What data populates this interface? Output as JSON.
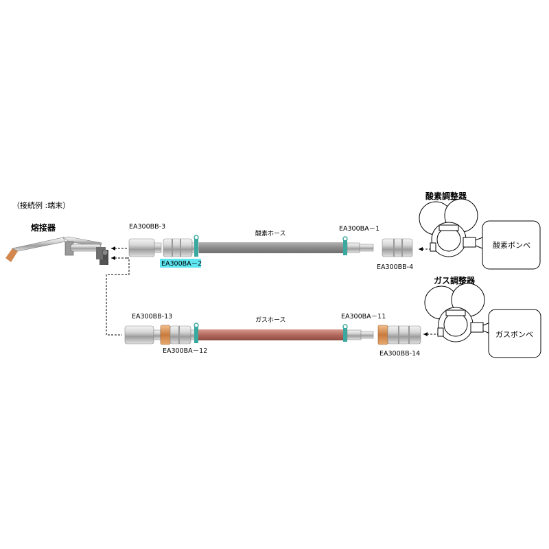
{
  "header": {
    "title": "（接続例 :端末）"
  },
  "torch": {
    "label": "熔接器"
  },
  "oxygen_line": {
    "hose_label": "酸素ホース",
    "left_socket": "EA300BB-3",
    "left_plug_highlight": "EA300BA－2",
    "right_plug": "EA300BA－1",
    "right_socket": "EA300BB-4",
    "regulator_label": "酸素調整器",
    "cylinder_label": "酸素ボンベ",
    "hose_color": "#8e8e8e"
  },
  "gas_line": {
    "hose_label": "ガスホース",
    "left_socket": "EA300BB-13",
    "left_plug": "EA300BA－12",
    "right_plug": "EA300BA－11",
    "right_socket": "EA300BB-14",
    "regulator_label": "ガス調整器",
    "cylinder_label": "ガスボンベ",
    "hose_color": "#b97064"
  },
  "colors": {
    "highlight": "#5fe6f0",
    "clip": "#3aa9a0",
    "copper": "#d2884e"
  }
}
